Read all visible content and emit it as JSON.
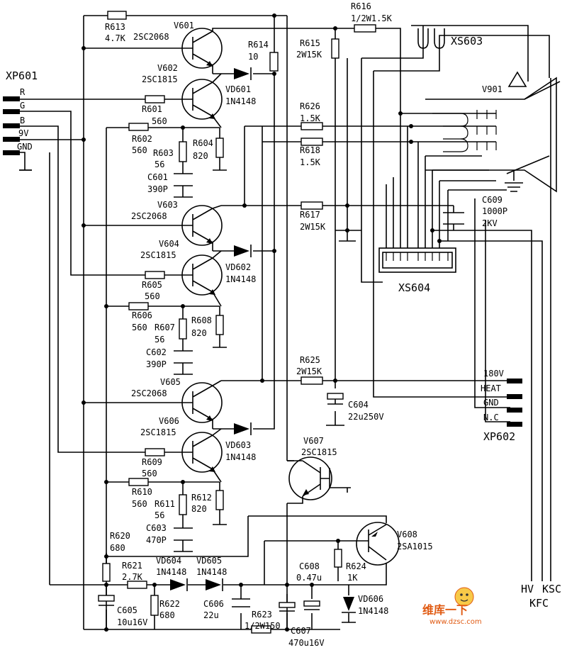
{
  "labels": {
    "xp601": "XP601",
    "xp601_pins": [
      "R",
      "G",
      "B",
      "9V",
      "GND"
    ],
    "xp602": "XP602",
    "xp602_pins": [
      "180V",
      "HEAT",
      "GND",
      "N.C"
    ],
    "xs603": "XS603",
    "xs604": "XS604",
    "v901": "V901",
    "hv": "HV",
    "ksc": "KSC",
    "kfc": "KFC"
  },
  "transistors": [
    {
      "ref": "V601",
      "part": "2SC2068"
    },
    {
      "ref": "V602",
      "part": "2SC1815"
    },
    {
      "ref": "V603",
      "part": "2SC2068"
    },
    {
      "ref": "V604",
      "part": "2SC1815"
    },
    {
      "ref": "V605",
      "part": "2SC2068"
    },
    {
      "ref": "V606",
      "part": "2SC1815"
    },
    {
      "ref": "V607",
      "part": "2SC1815"
    },
    {
      "ref": "V608",
      "part": "2SA1015"
    }
  ],
  "diodes": [
    {
      "ref": "VD601",
      "part": "1N4148"
    },
    {
      "ref": "VD602",
      "part": "1N4148"
    },
    {
      "ref": "VD603",
      "part": "1N4148"
    },
    {
      "ref": "VD604",
      "part": "1N4148"
    },
    {
      "ref": "VD605",
      "part": "1N4148"
    },
    {
      "ref": "VD606",
      "part": "1N4148"
    }
  ],
  "resistors": [
    {
      "ref": "R613",
      "value": "4.7K"
    },
    {
      "ref": "R614",
      "value": "10"
    },
    {
      "ref": "R601",
      "value": "560"
    },
    {
      "ref": "R602",
      "value": "560"
    },
    {
      "ref": "R603",
      "value": "56"
    },
    {
      "ref": "R604",
      "value": "820"
    },
    {
      "ref": "R605",
      "value": "560"
    },
    {
      "ref": "R606",
      "value": "560"
    },
    {
      "ref": "R607",
      "value": "56"
    },
    {
      "ref": "R608",
      "value": "820"
    },
    {
      "ref": "R609",
      "value": "560"
    },
    {
      "ref": "R610",
      "value": "560"
    },
    {
      "ref": "R611",
      "value": "56"
    },
    {
      "ref": "R612",
      "value": "820"
    },
    {
      "ref": "R615",
      "value": "2W15K"
    },
    {
      "ref": "R616",
      "value": "1/2W1.5K"
    },
    {
      "ref": "R617",
      "value": "2W15K"
    },
    {
      "ref": "R618",
      "value": "1.5K"
    },
    {
      "ref": "R620",
      "value": "680"
    },
    {
      "ref": "R621",
      "value": "2.7K"
    },
    {
      "ref": "R622",
      "value": "680"
    },
    {
      "ref": "R623",
      "value": "1/2W150"
    },
    {
      "ref": "R624",
      "value": "1K"
    },
    {
      "ref": "R625",
      "value": "2W15K"
    },
    {
      "ref": "R626",
      "value": "1.5K"
    }
  ],
  "capacitors": [
    {
      "ref": "C601",
      "value": "390P"
    },
    {
      "ref": "C602",
      "value": "390P"
    },
    {
      "ref": "C603",
      "value": "470P"
    },
    {
      "ref": "C604",
      "value": "22u250V"
    },
    {
      "ref": "C605",
      "value": "10u16V"
    },
    {
      "ref": "C606",
      "value": "22u"
    },
    {
      "ref": "C607",
      "value": "470u16V"
    },
    {
      "ref": "C608",
      "value": "0.47u"
    },
    {
      "ref": "C609",
      "value": "1000P"
    },
    {
      "ref": "C609_rating",
      "value": "2KV"
    }
  ],
  "watermark": {
    "line1": "维库一下",
    "line2": "www.dzsc.com"
  }
}
